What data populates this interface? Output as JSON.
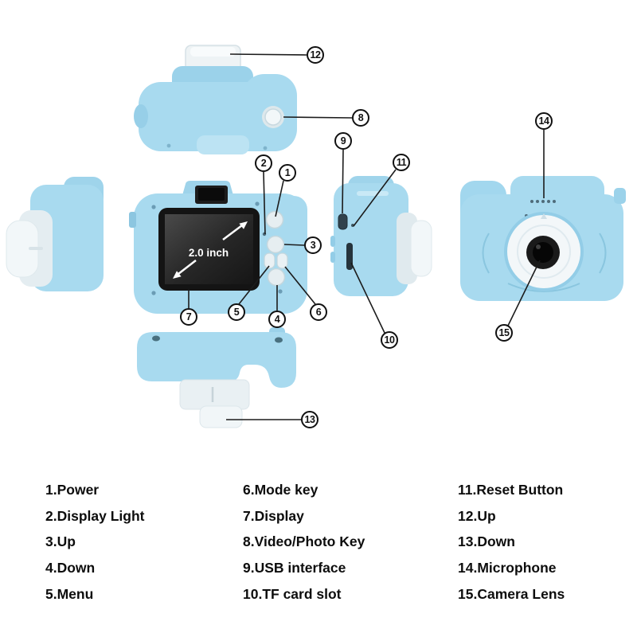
{
  "diagram": {
    "name": "kids camera parts diagram",
    "screen_label": "2.0 inch",
    "callouts": [
      "1",
      "2",
      "3",
      "4",
      "5",
      "6",
      "7",
      "8",
      "9",
      "10",
      "11",
      "12",
      "13",
      "14",
      "15"
    ]
  },
  "legend": {
    "columns": [
      {
        "items": [
          "1.Power",
          "2.Display Light",
          "3.Up",
          "4.Down",
          "5.Menu"
        ]
      },
      {
        "items": [
          "6.Mode key",
          "7.Display",
          "8.Video/Photo Key",
          "9.USB interface",
          "10.TF card slot"
        ]
      },
      {
        "items": [
          "11.Reset Button",
          "12.Up",
          "13.Down",
          "14.Microphone",
          "15.Camera Lens"
        ]
      }
    ]
  },
  "colors": {
    "body_blue": "#a8daef",
    "body_blue_dark": "#9bd2ea",
    "white_part": "#eff4f6",
    "screen_bezel": "#141414",
    "leader_line": "#1c1c1c"
  }
}
